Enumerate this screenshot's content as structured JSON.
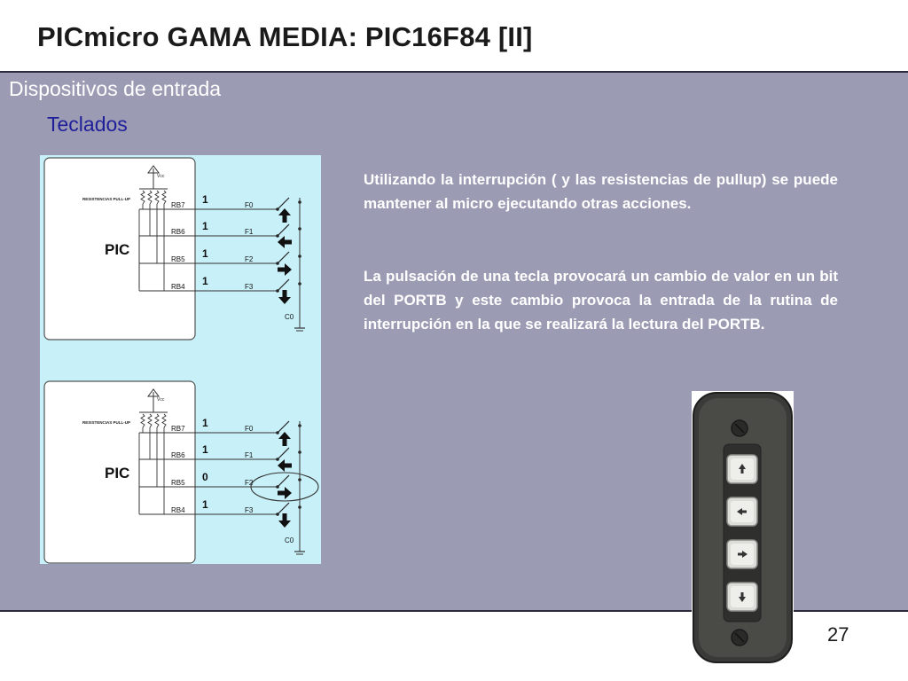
{
  "slide": {
    "title": "PICmicro GAMA MEDIA: PIC16F84 [II]",
    "section": "Dispositivos de entrada",
    "subsection": "Teclados",
    "paragraphs": [
      "Utilizando la interrupción ( y las resistencias de pullup) se puede mantener al micro ejecutando otras acciones.",
      "La pulsación de una tecla provocará un cambio de valor en un bit del PORTB y este cambio provoca la entrada de la rutina de interrupción en la que se realizará la lectura del PORTB."
    ],
    "page_number": "27"
  },
  "diagram": {
    "top": {
      "chip": "PIC",
      "vcc": "Vcc",
      "pullup_label": "RESISTENCIAS PULL-UP",
      "pins": [
        "RB7",
        "RB6",
        "RB5",
        "RB4"
      ],
      "values": [
        "1",
        "1",
        "1",
        "1"
      ],
      "lines": [
        "F0",
        "F1",
        "F2",
        "F3"
      ],
      "ground": "C0"
    },
    "bottom": {
      "chip": "PIC",
      "vcc": "Vcc",
      "pullup_label": "RESISTENCIAS PULL-UP",
      "pins": [
        "RB7",
        "RB6",
        "RB5",
        "RB4"
      ],
      "values": [
        "1",
        "1",
        "0",
        "1"
      ],
      "lines": [
        "F0",
        "F1",
        "F2",
        "F3"
      ],
      "ground": "C0"
    },
    "key_icons": [
      "arrow-up-icon",
      "arrow-left-icon",
      "arrow-right-icon",
      "arrow-down-icon"
    ],
    "highlighted_key": "arrow-right-icon"
  },
  "keypad": {
    "keys": [
      "arrow-up-icon",
      "arrow-left-icon",
      "arrow-right-icon",
      "arrow-down-icon"
    ]
  },
  "colors": {
    "content_bg": "#9b9bb3",
    "diagram_bg": "#c8f0f8",
    "subsection": "#1f1f9a"
  }
}
